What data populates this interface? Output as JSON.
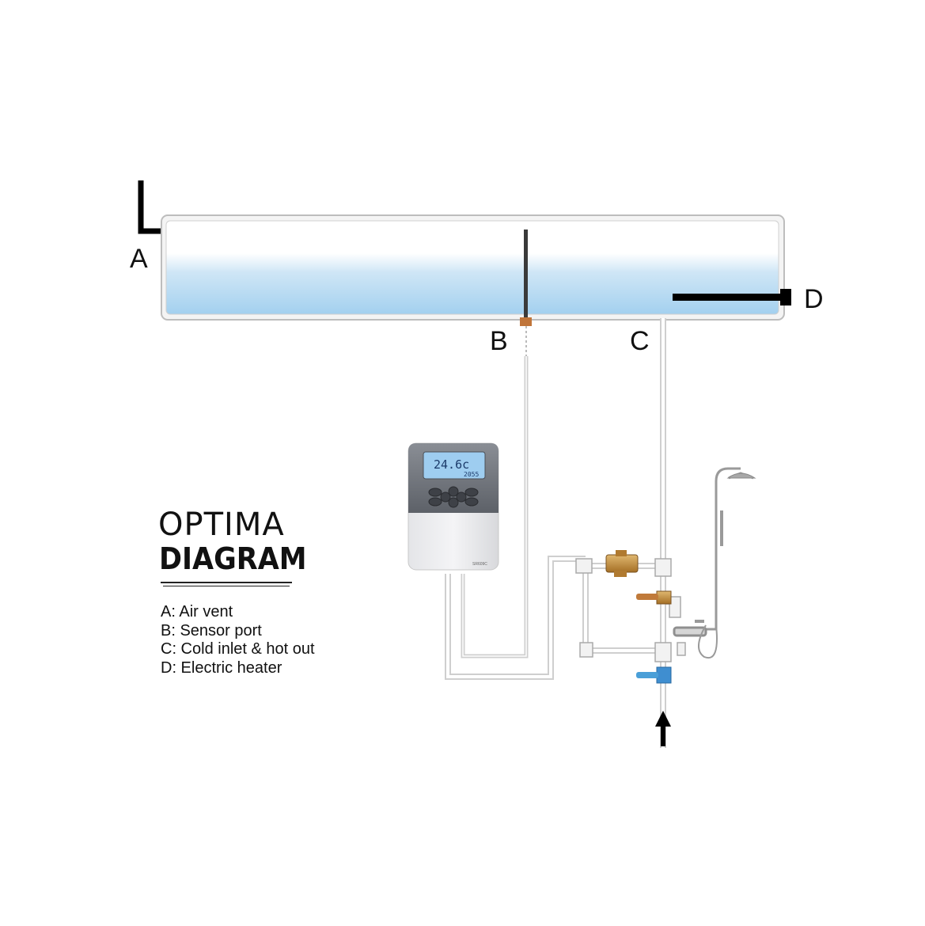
{
  "labels": {
    "a": "A",
    "b": "B",
    "c": "C",
    "d": "D"
  },
  "title": {
    "line1": "OPTIMA",
    "line2": "DIAGRAM"
  },
  "legend": [
    "A: Air vent",
    "B: Sensor port",
    "C: Cold inlet & hot out",
    "D: Electric heater"
  ],
  "controller": {
    "display_main": "24.6c",
    "display_sub": "2055",
    "model": "SR609C"
  },
  "colors": {
    "tank_water": "#a9d3ef",
    "pipe": "#dcdcdc",
    "brass_valve": "#c08a3a",
    "cold_valve": "#4a9fd8",
    "controller_top": "#6d7178",
    "controller_screen": "#9ecdf0"
  }
}
